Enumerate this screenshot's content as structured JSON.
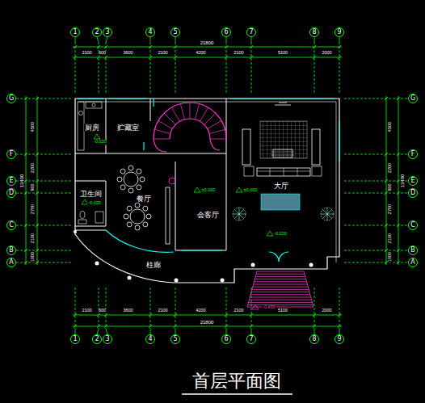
{
  "diagram": {
    "title": "首层平面图",
    "nodes": [
      {
        "text": [
          "1"
        ]
      },
      {
        "text": [
          "2"
        ]
      },
      {
        "text": [
          "3"
        ]
      },
      {
        "text": [
          "4"
        ]
      },
      {
        "text": [
          "5"
        ]
      },
      {
        "text": [
          "6"
        ]
      },
      {
        "text": [
          "7"
        ]
      },
      {
        "text": [
          "8"
        ]
      },
      {
        "text": [
          "9"
        ]
      },
      {
        "text": [
          "1"
        ]
      },
      {
        "text": [
          "2"
        ]
      },
      {
        "text": [
          "3"
        ]
      },
      {
        "text": [
          "4"
        ]
      },
      {
        "text": [
          "5"
        ]
      },
      {
        "text": [
          "6"
        ]
      },
      {
        "text": [
          "7"
        ]
      },
      {
        "text": [
          "8"
        ]
      },
      {
        "text": [
          "9"
        ]
      },
      {
        "text": [
          "G"
        ]
      },
      {
        "text": [
          "F"
        ]
      },
      {
        "text": [
          "E"
        ]
      },
      {
        "text": [
          "D"
        ]
      },
      {
        "text": [
          "C"
        ]
      },
      {
        "text": [
          "B"
        ]
      },
      {
        "text": [
          "A"
        ]
      },
      {
        "text": [
          "G"
        ]
      },
      {
        "text": [
          "F"
        ]
      },
      {
        "text": [
          "E"
        ]
      },
      {
        "text": [
          "D"
        ]
      },
      {
        "text": [
          "C"
        ]
      },
      {
        "text": [
          "B"
        ]
      },
      {
        "text": [
          "A"
        ]
      }
    ],
    "labels": [
      "21800",
      "2100",
      "600",
      "3600",
      "2100",
      "4200",
      "2100",
      "5100",
      "2000",
      "2100",
      "600",
      "3600",
      "2100",
      "4200",
      "2100",
      "5100",
      "2000",
      "21800",
      "4500",
      "2200",
      "900",
      "2700",
      "2100",
      "1000",
      "13400",
      "4500",
      "2200",
      "900",
      "2700",
      "2100",
      "1000",
      "13400",
      "厨房",
      "贮藏室",
      "卫生间",
      "餐厅",
      "会客厅",
      "大厅",
      "柱廊",
      "-0.020",
      "-0.020",
      "±0.000",
      "±0.000",
      "-0.020",
      "-0.450"
    ]
  }
}
